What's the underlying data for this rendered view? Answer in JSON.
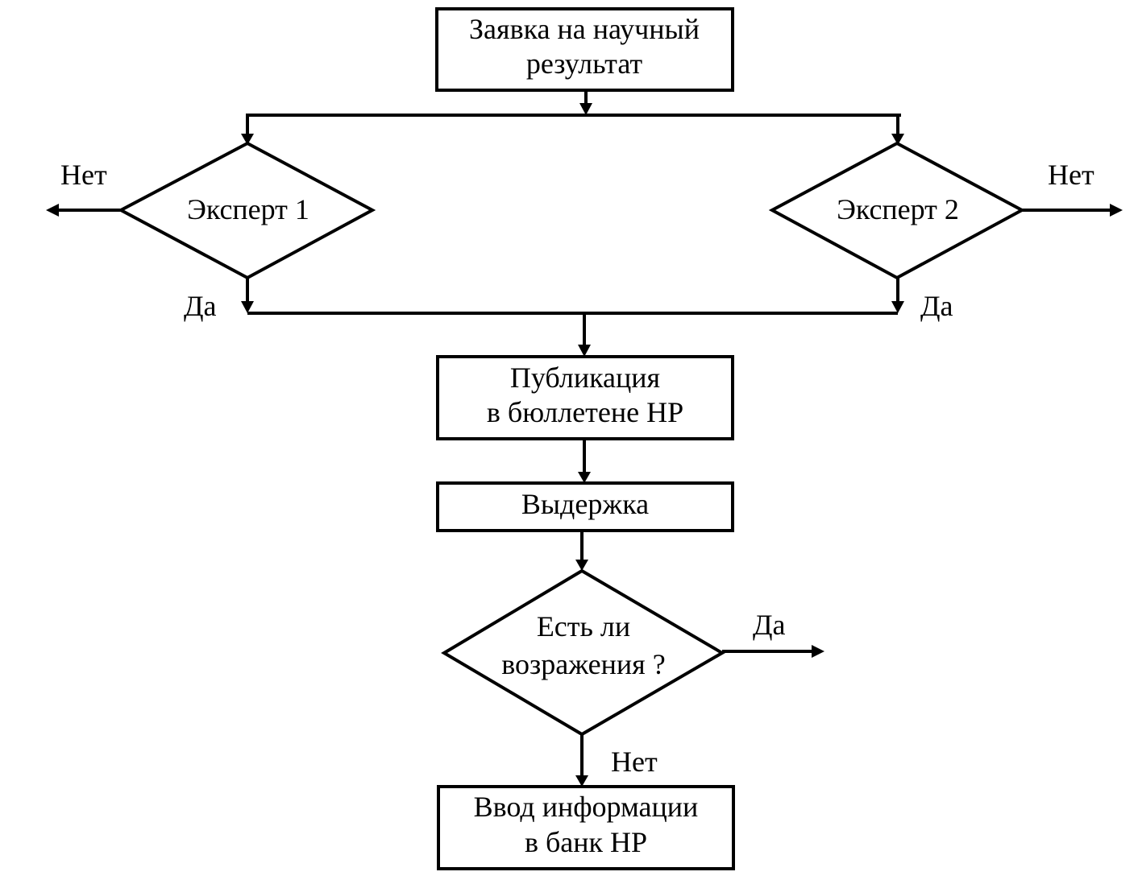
{
  "diagram": {
    "type": "flowchart",
    "nodes": {
      "application": {
        "shape": "process",
        "lines": [
          "Заявка на научный",
          "результат"
        ]
      },
      "expert1": {
        "shape": "decision",
        "lines": [
          "Эксперт 1"
        ]
      },
      "expert2": {
        "shape": "decision",
        "lines": [
          "Эксперт 2"
        ]
      },
      "publication": {
        "shape": "process",
        "lines": [
          "Публикация",
          "в бюллетене НР"
        ]
      },
      "holding": {
        "shape": "process",
        "lines": [
          "Выдержка"
        ]
      },
      "objections": {
        "shape": "decision",
        "lines": [
          "Есть ли",
          "возражения ?"
        ]
      },
      "bank_entry": {
        "shape": "process",
        "lines": [
          "Ввод информации",
          "в банк НР"
        ]
      }
    },
    "edge_labels": {
      "expert1_no": "Нет",
      "expert1_yes": "Да",
      "expert2_no": "Нет",
      "expert2_yes": "Да",
      "objections_yes": "Да",
      "objections_no": "Нет"
    },
    "edges": [
      {
        "from": "application",
        "to": "expert1"
      },
      {
        "from": "application",
        "to": "expert2"
      },
      {
        "from": "expert1",
        "to": "exit-left",
        "label": "Нет"
      },
      {
        "from": "expert2",
        "to": "exit-right",
        "label": "Нет"
      },
      {
        "from": "expert1",
        "to": "publication",
        "label": "Да"
      },
      {
        "from": "expert2",
        "to": "publication",
        "label": "Да"
      },
      {
        "from": "publication",
        "to": "holding"
      },
      {
        "from": "holding",
        "to": "objections"
      },
      {
        "from": "objections",
        "to": "exit-right",
        "label": "Да"
      },
      {
        "from": "objections",
        "to": "bank_entry",
        "label": "Нет"
      }
    ]
  }
}
